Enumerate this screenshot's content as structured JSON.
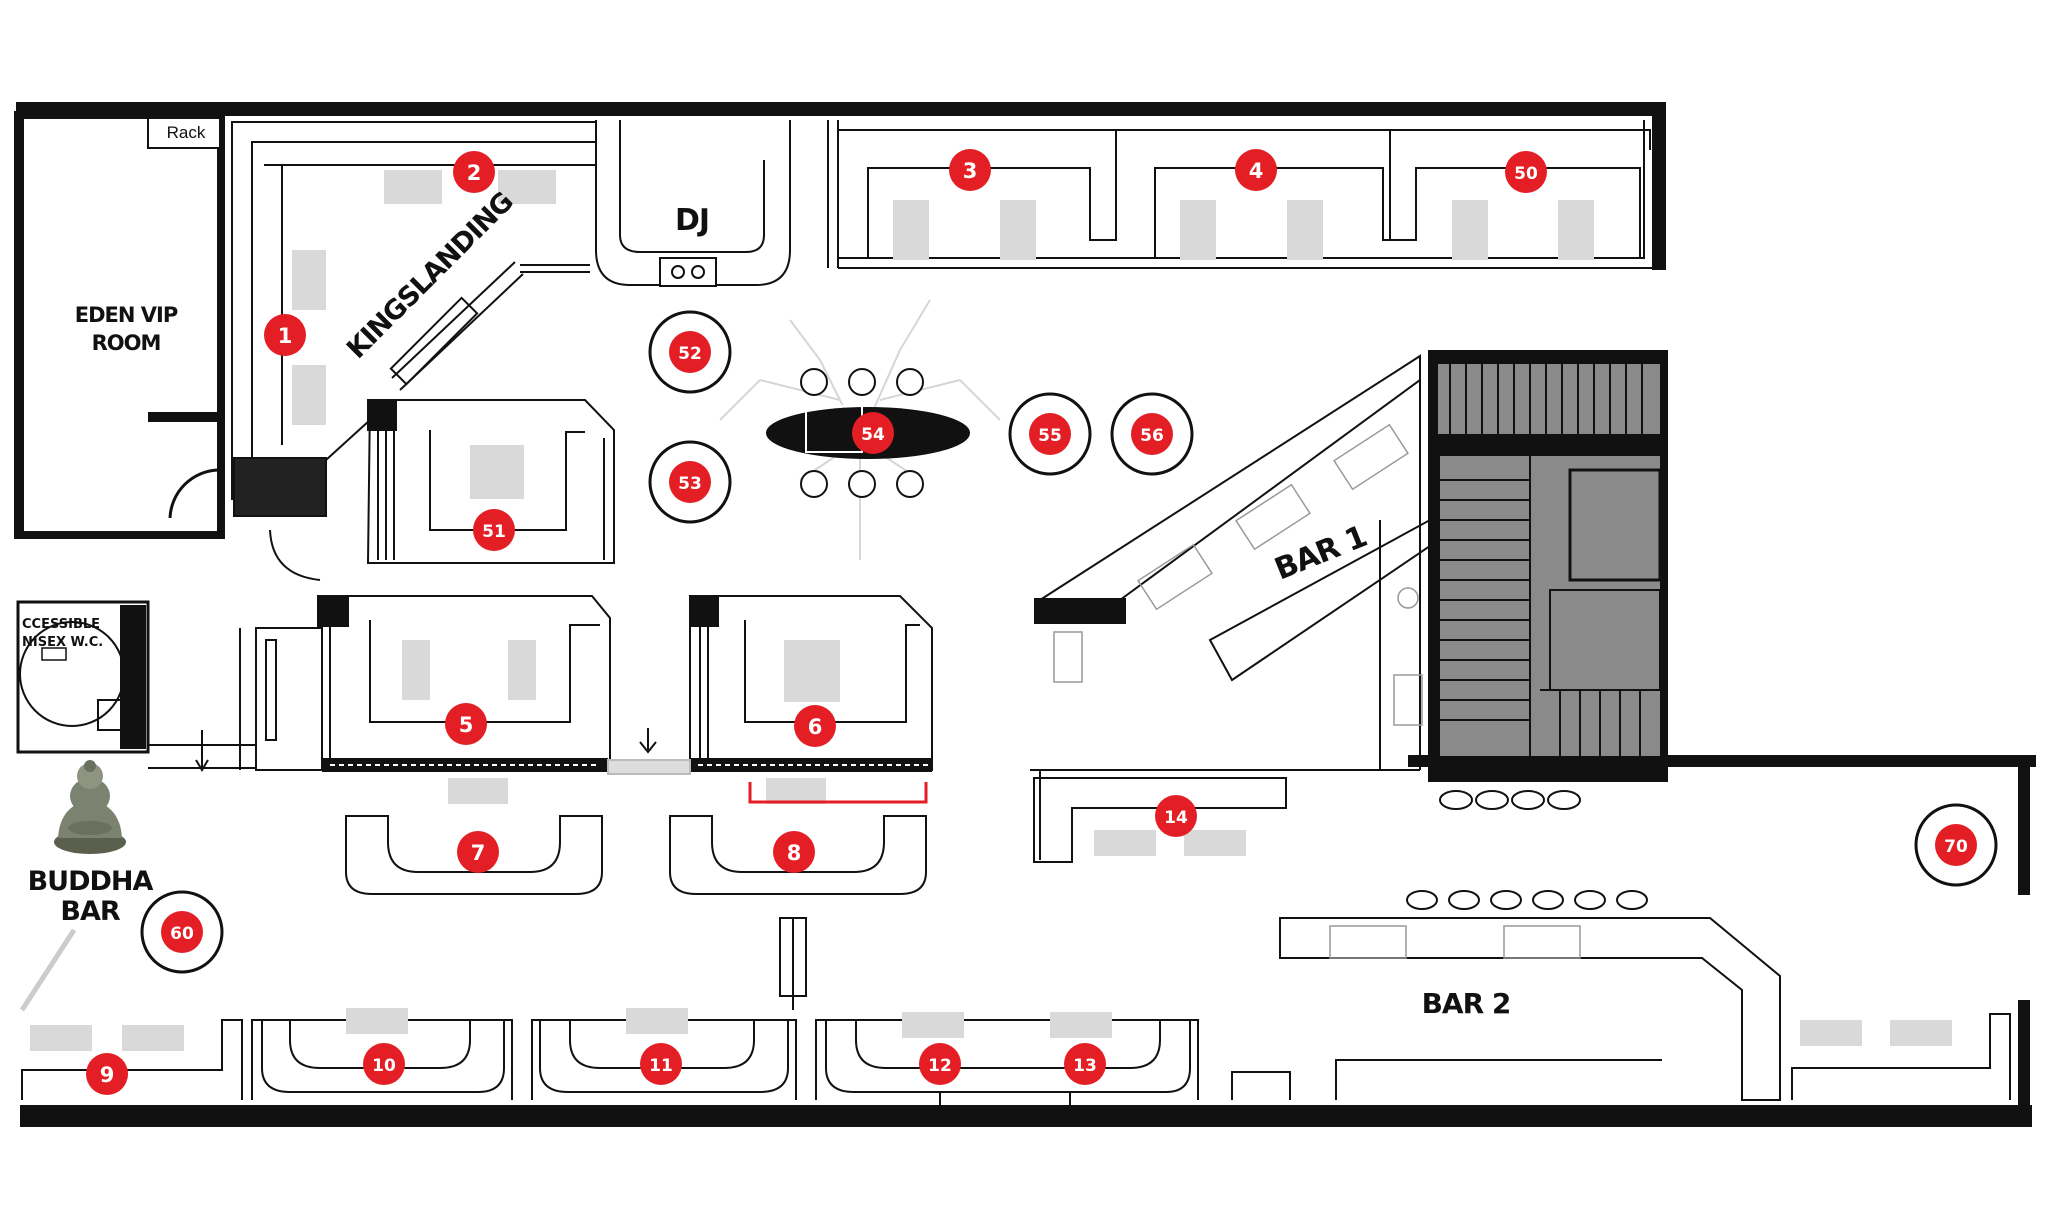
{
  "rooms": {
    "eden_vip_line1": "EDEN VIP",
    "eden_vip_line2": "ROOM",
    "rack": "Rack",
    "dj": "DJ",
    "kingslanding": "KINGSLANDING",
    "bar1": "BAR 1",
    "bar2": "BAR 2",
    "buddha_line1": "BUDDHA",
    "buddha_line2": "BAR",
    "wc_line1": "CCESSIBLE",
    "wc_line2": "NISEX W.C."
  },
  "tables": {
    "t1": "1",
    "t2": "2",
    "t3": "3",
    "t4": "4",
    "t5": "5",
    "t6": "6",
    "t7": "7",
    "t8": "8",
    "t9": "9",
    "t10": "10",
    "t11": "11",
    "t12": "12",
    "t13": "13",
    "t14": "14",
    "t50": "50",
    "t51": "51",
    "t52": "52",
    "t53": "53",
    "t54": "54",
    "t55": "55",
    "t56": "56",
    "t60": "60",
    "t70": "70"
  },
  "colors": {
    "badge": "#e31e24",
    "wall": "#111111",
    "cushion": "#d9d9d9",
    "stair": "#8a8a8a"
  }
}
